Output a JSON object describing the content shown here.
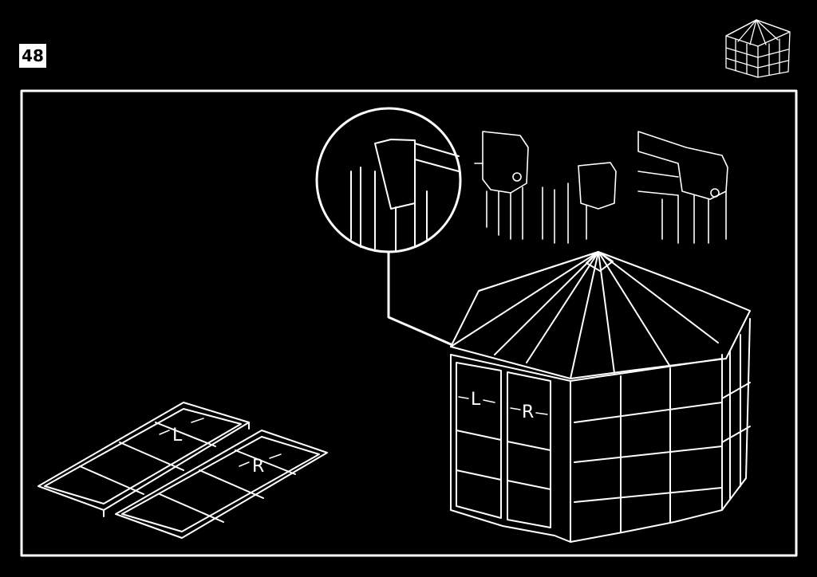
{
  "step": {
    "number": "48"
  },
  "labels": {
    "left_panel": "L",
    "right_panel": "R",
    "door_left": "L",
    "door_right": "R"
  },
  "colors": {
    "background": "#000000",
    "line": "#ffffff"
  },
  "icons": [
    "gazebo-thumbnail-icon"
  ]
}
